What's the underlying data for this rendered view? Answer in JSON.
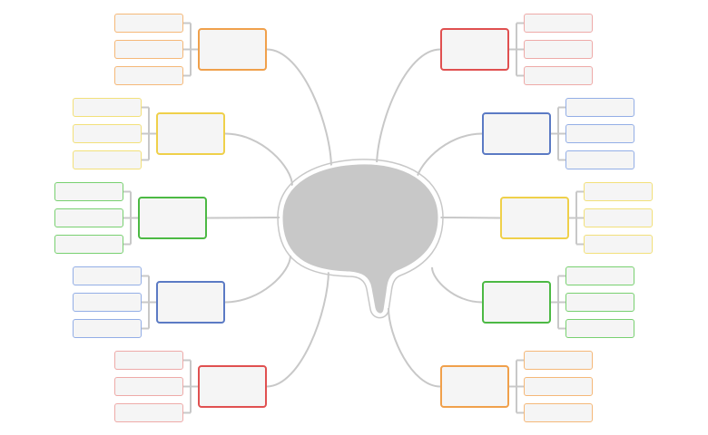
{
  "diagram": {
    "center": {
      "shape": "speech-bubble",
      "fill": "#c8c8c8",
      "outline": "#ffffff"
    },
    "connector_color": "#c8c8c8",
    "branches": [
      {
        "id": "left-1",
        "side": "left",
        "color": "#f0a04b",
        "sub_color": "#f5b878",
        "children": 3
      },
      {
        "id": "left-2",
        "side": "left",
        "color": "#efd04a",
        "sub_color": "#f2e07a",
        "children": 3
      },
      {
        "id": "left-3",
        "side": "left",
        "color": "#4cb944",
        "sub_color": "#78d070",
        "children": 3
      },
      {
        "id": "left-4",
        "side": "left",
        "color": "#5b7ac4",
        "sub_color": "#93aee6",
        "children": 3
      },
      {
        "id": "left-5",
        "side": "left",
        "color": "#e05050",
        "sub_color": "#eeaaa8",
        "children": 3
      },
      {
        "id": "right-1",
        "side": "right",
        "color": "#e05050",
        "sub_color": "#eeaaa8",
        "children": 3
      },
      {
        "id": "right-2",
        "side": "right",
        "color": "#5b7ac4",
        "sub_color": "#93aee6",
        "children": 3
      },
      {
        "id": "right-3",
        "side": "right",
        "color": "#efd04a",
        "sub_color": "#f2e07a",
        "children": 3
      },
      {
        "id": "right-4",
        "side": "right",
        "color": "#4cb944",
        "sub_color": "#78d070",
        "children": 3
      },
      {
        "id": "right-5",
        "side": "right",
        "color": "#f0a04b",
        "sub_color": "#f5b878",
        "children": 3
      }
    ]
  }
}
